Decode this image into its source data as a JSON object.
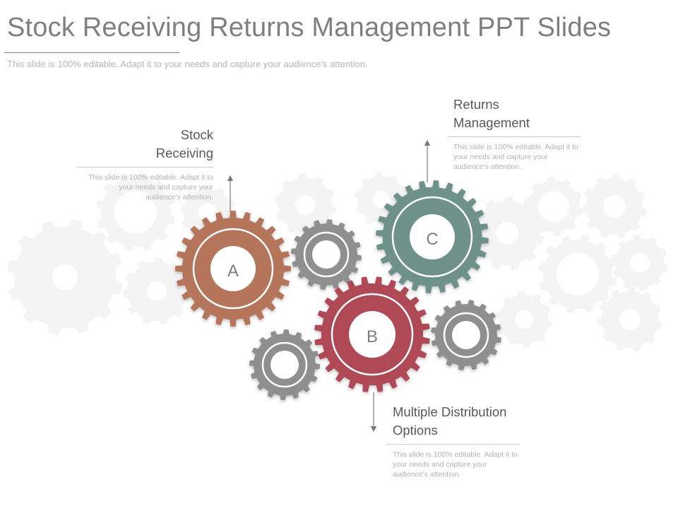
{
  "header": {
    "title": "Stock Receiving Returns Management PPT Slides",
    "subtitle": "This slide is 100% editable. Adapt it to your needs and capture your audience's attention."
  },
  "colors": {
    "gear_a": "#b5745a",
    "gear_b": "#b04a56",
    "gear_c": "#6e9289",
    "gear_small": "#8f8f8f",
    "background_gears": "#f4f4f4",
    "arrow": "#7a7a7a"
  },
  "gears": {
    "a": {
      "letter": "A"
    },
    "b": {
      "letter": "B"
    },
    "c": {
      "letter": "C"
    }
  },
  "callouts": {
    "a": {
      "heading_lines": [
        "Stock",
        "Receiving"
      ],
      "body": "This slide is 100% editable. Adapt it to your needs and capture your audience's attention."
    },
    "c": {
      "heading_lines": [
        "Returns",
        "Management"
      ],
      "body": "This slide is 100% editable. Adapt it to your needs and capture your audience's attention."
    },
    "b": {
      "heading_lines": [
        "Multiple Distribution",
        "Options"
      ],
      "body": "This slide is 100% editable. Adapt it to your needs and capture your audience's attention."
    }
  }
}
